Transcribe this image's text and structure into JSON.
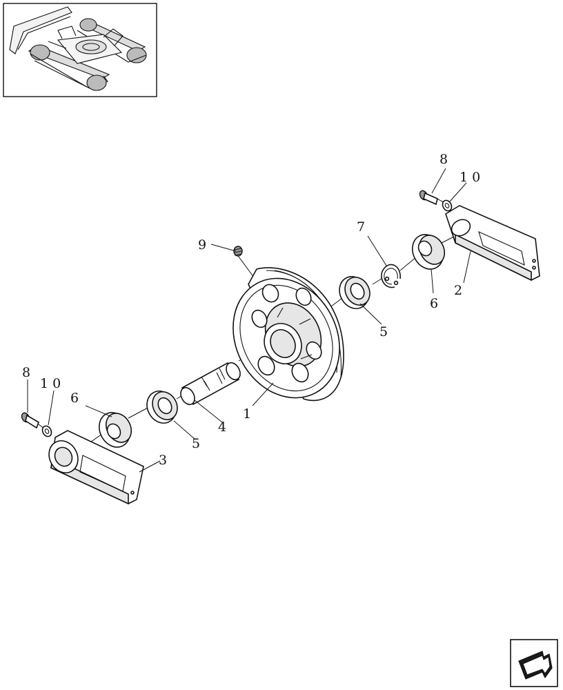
{
  "callouts": {
    "idler_wheel": "1",
    "bracket_right": "2",
    "bracket_left": "3",
    "shaft": "4",
    "bearing_right": "5",
    "bearing_left": "5",
    "seal_right": "6",
    "seal_left": "6",
    "snap_ring": "7",
    "bolt_right": "8",
    "bolt_left": "8",
    "grease_plug": "9",
    "washer_right": "1 0",
    "washer_left": "1 0"
  },
  "icons": {
    "thumbnail": "undercarriage-thumbnail-icon",
    "navigation": "return-arrow-icon"
  }
}
